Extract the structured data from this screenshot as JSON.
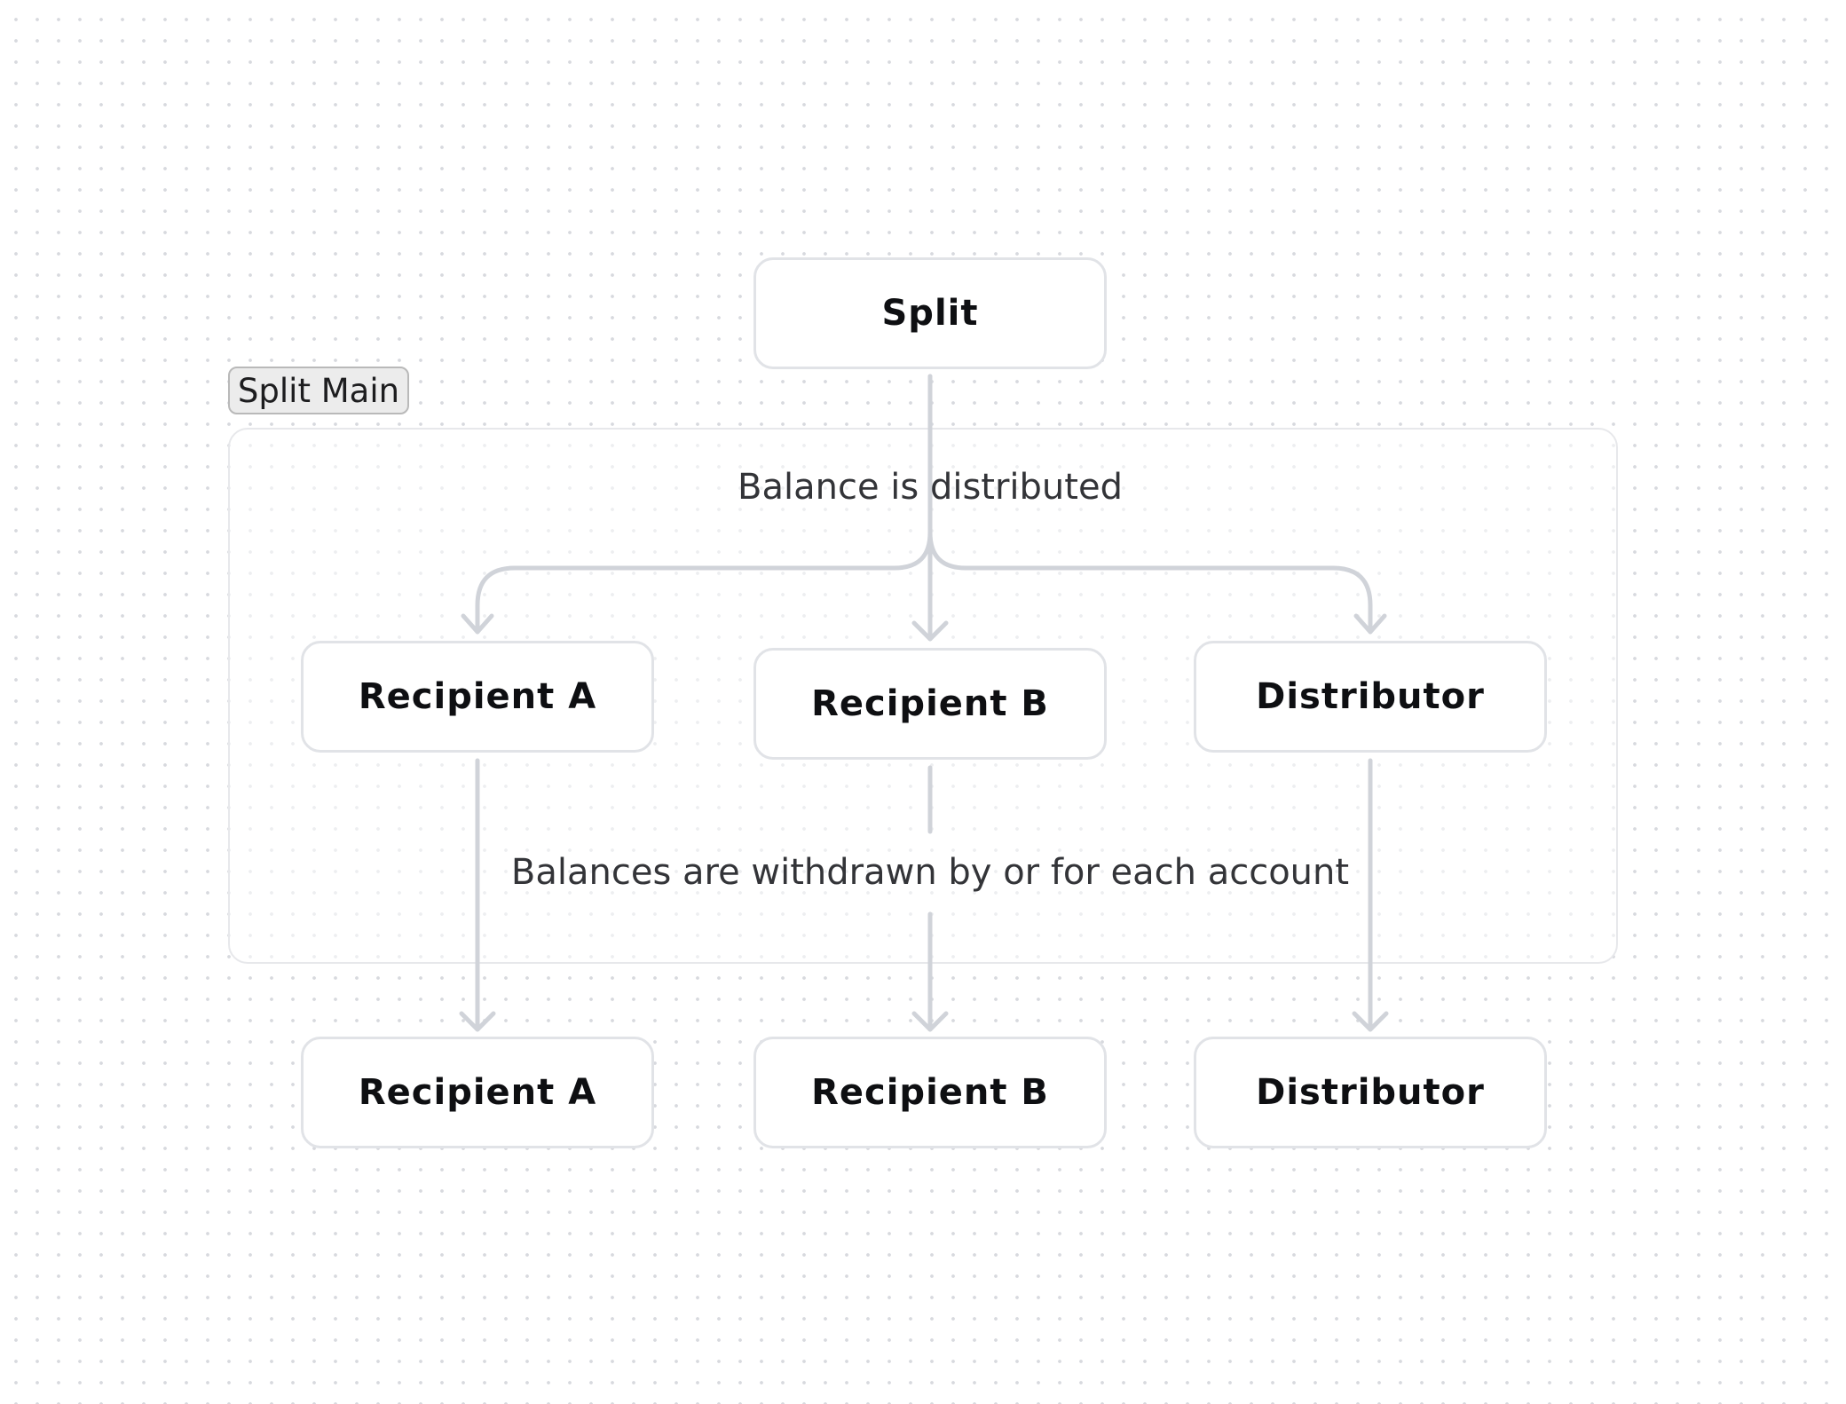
{
  "diagram": {
    "group": {
      "tag_label": "Split Main"
    },
    "nodes": {
      "split": "Split",
      "recipient_a_top": "Recipient A",
      "recipient_b_top": "Recipient B",
      "distributor_top": "Distributor",
      "recipient_a_bottom": "Recipient A",
      "recipient_b_bottom": "Recipient B",
      "distributor_bottom": "Distributor"
    },
    "edge_labels": {
      "distribution": "Balance is distributed",
      "withdrawal": "Balances are withdrawn by or for each account"
    },
    "edges": [
      {
        "from": "split",
        "to": "recipient_a_top"
      },
      {
        "from": "split",
        "to": "recipient_b_top"
      },
      {
        "from": "split",
        "to": "distributor_top"
      },
      {
        "from": "recipient_a_top",
        "to": "recipient_a_bottom"
      },
      {
        "from": "recipient_b_top",
        "to": "recipient_b_bottom"
      },
      {
        "from": "distributor_top",
        "to": "distributor_bottom"
      }
    ]
  }
}
